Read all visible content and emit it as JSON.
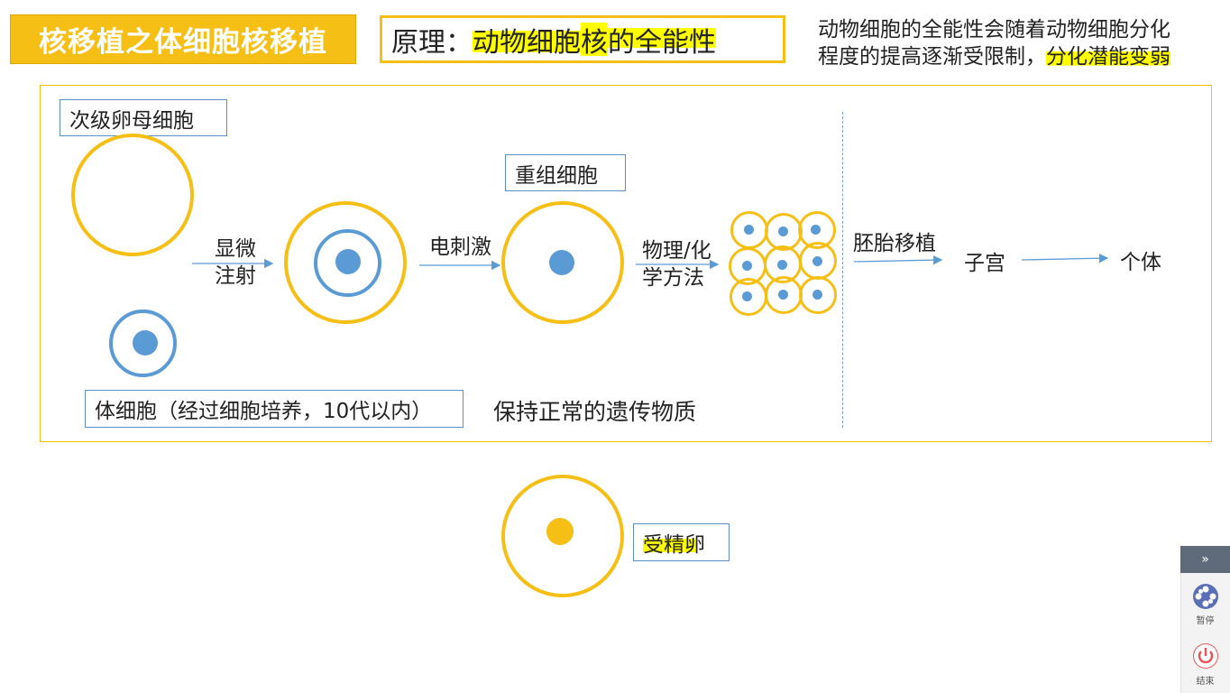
{
  "header": {
    "title": "核移植之体细胞核移植",
    "principle_prefix": "原理：",
    "principle_hl1": "动物细胞",
    "principle_hl2": "核",
    "principle_hl3": "的全能性",
    "note_line1": "动物细胞的全能性会随着动物细胞分化",
    "note_line2": "程度的提高逐渐受限制，",
    "note_line2_hl": "分化潜能变弱"
  },
  "diagram": {
    "oocyte_label": "次级卵母细胞",
    "microinjection_line1": "显微",
    "microinjection_line2": "注射",
    "electric_stim": "电刺激",
    "reconstructed_label": "重组细胞",
    "phys_chem_line1": "物理/化",
    "phys_chem_line2": "学方法",
    "embryo_transfer": "胚胎移植",
    "uterus": "子宫",
    "individual": "个体",
    "somatic_label": "体细胞（经过细胞培养，10代以内）",
    "normal_genetic": "保持正常的遗传物质",
    "fertilized_egg": "受精卵"
  },
  "controls": {
    "expand_icon": "double-chevron-right-icon",
    "pause_label": "暂停",
    "end_label": "结束"
  },
  "colors": {
    "accent_yellow": "#f5bf16",
    "cell_blue": "#5b9bd5",
    "highlight": "#ffff00"
  }
}
